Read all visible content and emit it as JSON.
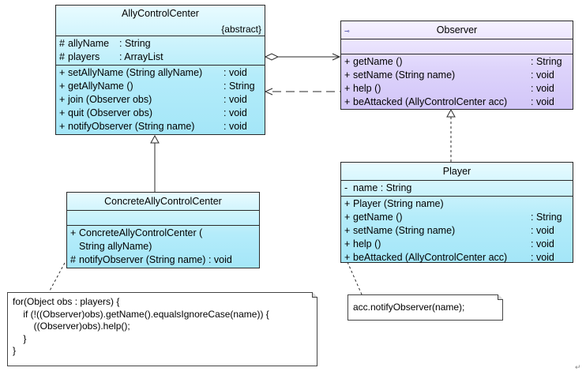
{
  "ally_control_center": {
    "name": "AllyControlCenter",
    "stereotype": "{abstract}",
    "attributes": [
      {
        "vis": "#",
        "name": "allyName",
        "type": ": String"
      },
      {
        "vis": "#",
        "name": "players",
        "type": ": ArrayList"
      }
    ],
    "operations": [
      {
        "vis": "+",
        "sig": "setAllyName (String allyName)",
        "type": ": void"
      },
      {
        "vis": "+",
        "sig": "getAllyName ()",
        "type": ": String"
      },
      {
        "vis": "+",
        "sig": "join (Observer obs)",
        "type": ": void"
      },
      {
        "vis": "+",
        "sig": "quit (Observer obs)",
        "type": ": void"
      },
      {
        "vis": "+",
        "sig": "notifyObserver (String name)",
        "type": ": void"
      }
    ]
  },
  "observer": {
    "name": "Observer",
    "operations": [
      {
        "vis": "+",
        "sig": "getName ()",
        "type": ": String"
      },
      {
        "vis": "+",
        "sig": "setName (String name)",
        "type": ": void"
      },
      {
        "vis": "+",
        "sig": "help ()",
        "type": ": void"
      },
      {
        "vis": "+",
        "sig": "beAttacked (AllyControlCenter acc)",
        "type": ": void"
      }
    ]
  },
  "concrete": {
    "name": "ConcreteAllyControlCenter",
    "ctor_line1": "ConcreteAllyControlCenter (",
    "ctor_line2": "String allyName)",
    "ctor_vis": "+",
    "notify_vis": "#",
    "notify_sig": "notifyObserver (String name)",
    "notify_type": ": void"
  },
  "player": {
    "name": "Player",
    "attributes": [
      {
        "vis": "-",
        "name": "name",
        "type": ": String"
      }
    ],
    "operations": [
      {
        "vis": "+",
        "sig": "Player (String name)",
        "type": ""
      },
      {
        "vis": "+",
        "sig": "getName ()",
        "type": ": String"
      },
      {
        "vis": "+",
        "sig": "setName (String name)",
        "type": ": void"
      },
      {
        "vis": "+",
        "sig": "help ()",
        "type": ": void"
      },
      {
        "vis": "+",
        "sig": "beAttacked (AllyControlCenter acc)",
        "type": ": void"
      }
    ]
  },
  "notes": {
    "concrete_code": "for(Object obs : players) {\n    if (!((Observer)obs).getName().equalsIgnoreCase(name)) {\n        ((Observer)obs).help();\n    }\n}",
    "player_code": "acc.notifyObserver(name);"
  },
  "colors": {
    "class_fill": "#a4e6f8",
    "interface_fill": "#d2c6f8",
    "line": "#2a2a2a"
  }
}
